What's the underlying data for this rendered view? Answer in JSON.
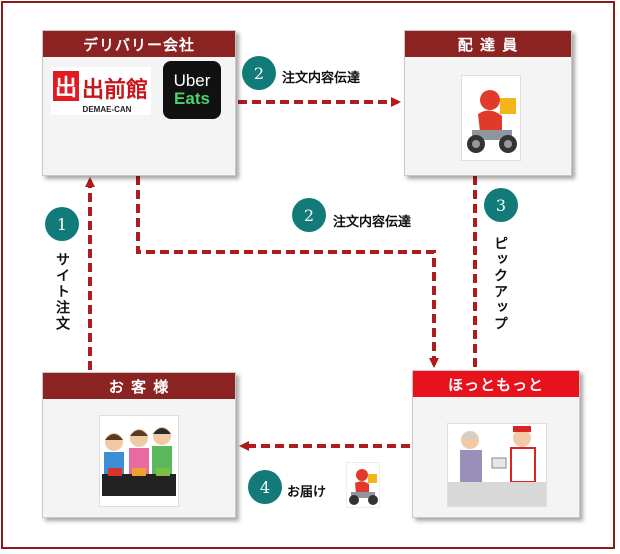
{
  "nodes": {
    "delivery_company": {
      "title": "デリバリー会社"
    },
    "courier": {
      "title": "配 達 員"
    },
    "customer": {
      "title": "お 客 様"
    },
    "store": {
      "title": "ほっともっと"
    }
  },
  "logos": {
    "demae": {
      "main": "出前館",
      "sub": "DEMAE-CAN",
      "mark": "出"
    },
    "uber": {
      "line1": "Uber",
      "line2": "Eats"
    }
  },
  "steps": [
    {
      "number": "1",
      "label": "サイト注文"
    },
    {
      "number": "2",
      "label": "注文内容伝達"
    },
    {
      "number": "2",
      "label": "注文内容伝達"
    },
    {
      "number": "3",
      "label": "ピックアップ"
    },
    {
      "number": "4",
      "label": "お届け"
    }
  ],
  "colors": {
    "frame": "#8b1a1a",
    "arrow": "#b01c1c",
    "header_dark": "#8b2323",
    "header_red": "#e8121c",
    "badge": "#127a78"
  }
}
